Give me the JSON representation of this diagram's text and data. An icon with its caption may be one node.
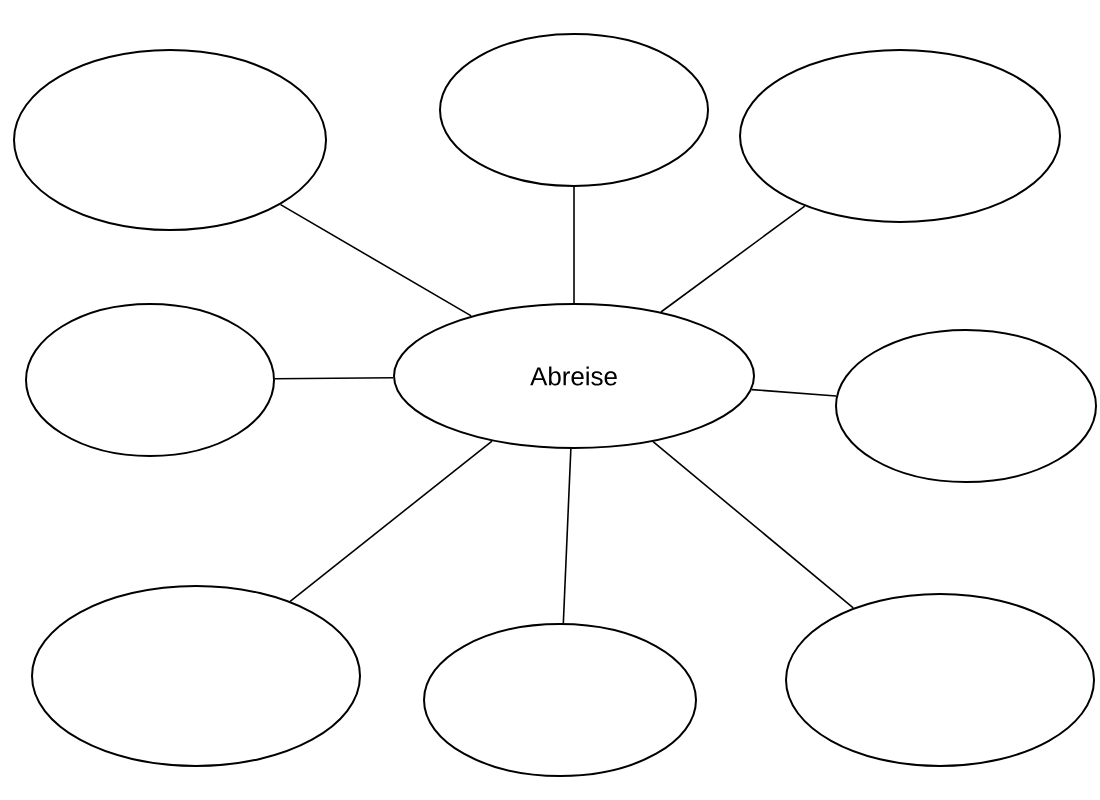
{
  "diagram": {
    "nodes": [
      {
        "text": [],
        "shape": "ellipse"
      },
      {
        "text": [],
        "shape": "ellipse"
      },
      {
        "text": [],
        "shape": "ellipse"
      },
      {
        "text": [],
        "shape": "ellipse"
      },
      {
        "text": [
          "Abreise"
        ]
      },
      {
        "text": [],
        "shape": "ellipse"
      },
      {
        "text": [],
        "shape": "ellipse"
      },
      {
        "text": [],
        "shape": "ellipse"
      },
      {
        "text": [],
        "shape": "ellipse"
      }
    ],
    "edges": [
      {
        "from": 4,
        "to": 0,
        "arrow": "none"
      },
      {
        "from": 4,
        "to": 1,
        "arrow": "none"
      },
      {
        "from": 4,
        "to": 2,
        "arrow": "none"
      },
      {
        "from": 4,
        "to": 3,
        "arrow": "none"
      },
      {
        "from": 4,
        "to": 5,
        "arrow": "none"
      },
      {
        "from": 4,
        "to": 6,
        "arrow": "none"
      },
      {
        "from": 4,
        "to": 7,
        "arrow": "none"
      },
      {
        "from": 4,
        "to": 8,
        "arrow": "none"
      }
    ]
  }
}
